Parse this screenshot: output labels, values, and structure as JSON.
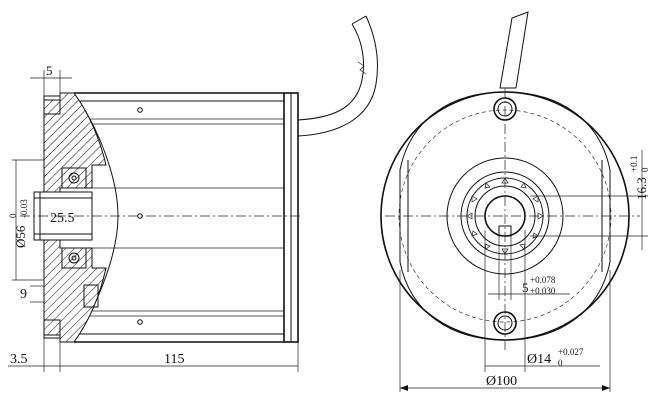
{
  "drawing": {
    "side_view": {
      "dim_flange_thickness": "5",
      "dim_body_length": "115",
      "dim_offset": "3.5",
      "dim_shaft_length": "25.5",
      "dim_pilot_offset": "9",
      "dim_pilot_diameter": "Ø56",
      "dim_pilot_tol_upper": "0",
      "dim_pilot_tol_lower": "-0.03"
    },
    "front_view": {
      "dim_outer_diameter": "Ø100",
      "dim_shaft_diameter": "Ø14",
      "dim_shaft_tol_upper": "+0.027",
      "dim_shaft_tol_lower": "0",
      "dim_key_width": "5",
      "dim_key_tol_upper": "+0.078",
      "dim_key_tol_lower": "+0.030",
      "dim_key_height": "16.3",
      "dim_key_height_tol_upper": "+0.1",
      "dim_key_height_tol_lower": "0"
    }
  }
}
